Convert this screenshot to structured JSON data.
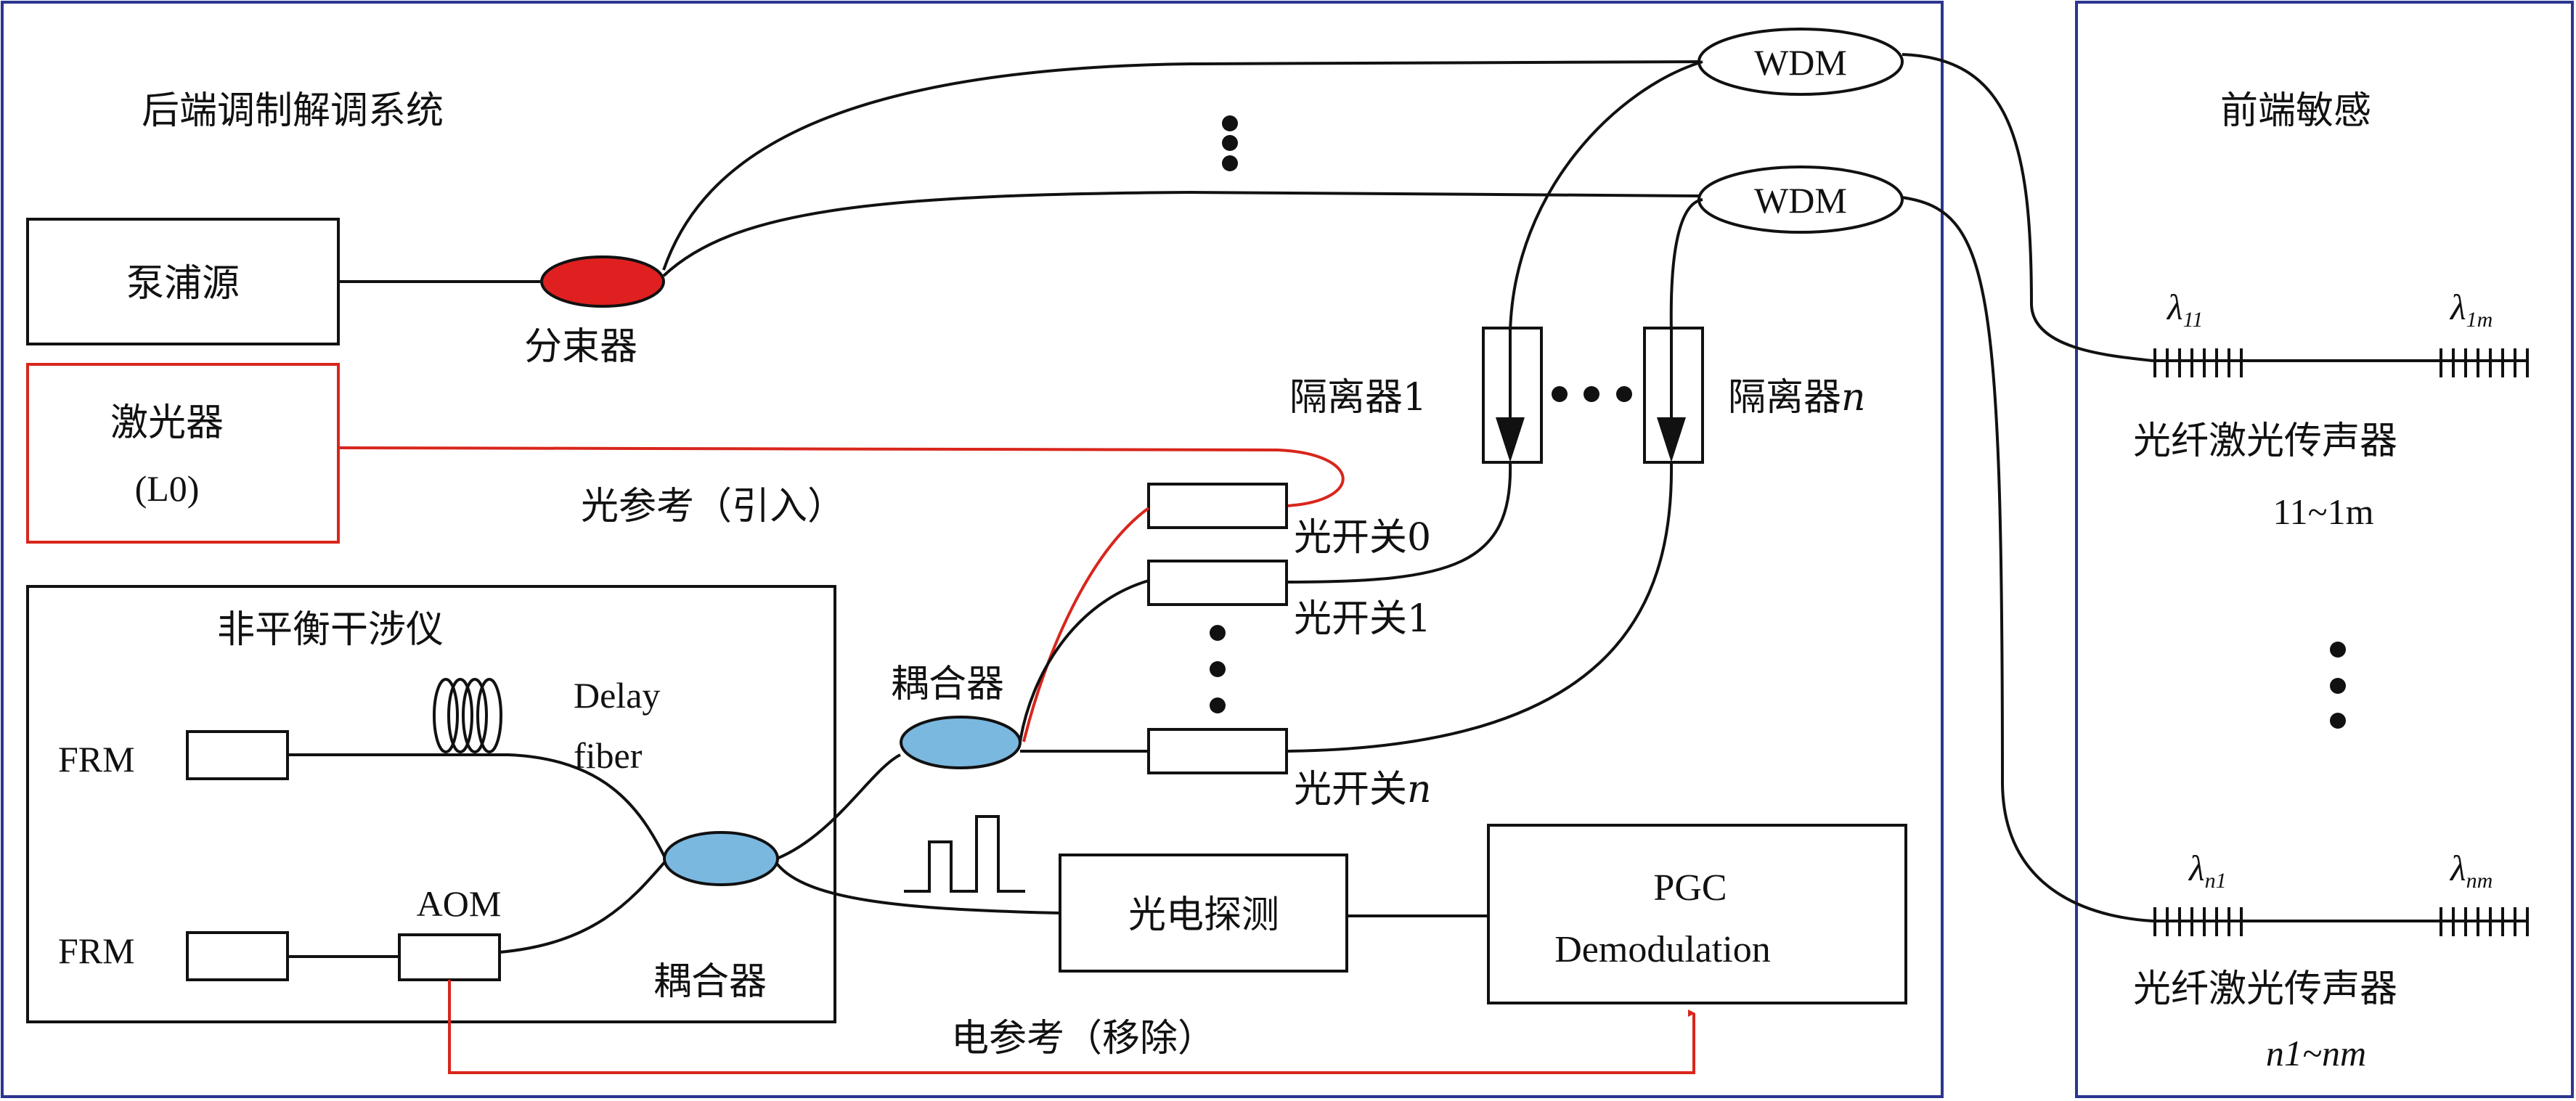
{
  "colors": {
    "frame": "#2b3590",
    "line": "#111111",
    "red": "#d8261c",
    "splitter_fill": "#e02020",
    "coupler_fill": "#7ab8e0"
  },
  "backend": {
    "title": "后端调制解调系统",
    "pump": "泵浦源",
    "splitter": "分束器",
    "laser": {
      "name": "激光器",
      "code": "(L0)"
    },
    "optical_ref": "光参考（引入）",
    "interferometer": {
      "title": "非平衡干涉仪",
      "frm_top": "FRM",
      "frm_bottom": "FRM",
      "delay_line1": "Delay",
      "delay_line2": "fiber",
      "aom": "AOM",
      "coupler": "耦合器"
    },
    "coupler2": "耦合器",
    "switch0": "光开关0",
    "switch1": "光开关1",
    "switchn": {
      "prefix": "光开关",
      "var": "n"
    },
    "isolator1": "隔离器1",
    "isolatorn": {
      "prefix": "隔离器",
      "var": "n"
    },
    "wdm_top": "WDM",
    "wdm_bottom": "WDM",
    "photodetector": "光电探测",
    "pgc": {
      "line1": "PGC",
      "line2": "Demodulation"
    },
    "electrical_ref": "电参考（移除）"
  },
  "frontend": {
    "title": "前端敏感",
    "sensor_top": {
      "lambda_left": {
        "sym": "λ",
        "sub": "11"
      },
      "lambda_right": {
        "sym": "λ",
        "sub": "1m"
      },
      "name": "光纤激光传声器",
      "range": "11~1m"
    },
    "sensor_bottom": {
      "lambda_left": {
        "sym": "λ",
        "sub": "n1"
      },
      "lambda_right": {
        "sym": "λ",
        "sub": "nm"
      },
      "name": "光纤激光传声器",
      "range": "n1~nm"
    }
  }
}
